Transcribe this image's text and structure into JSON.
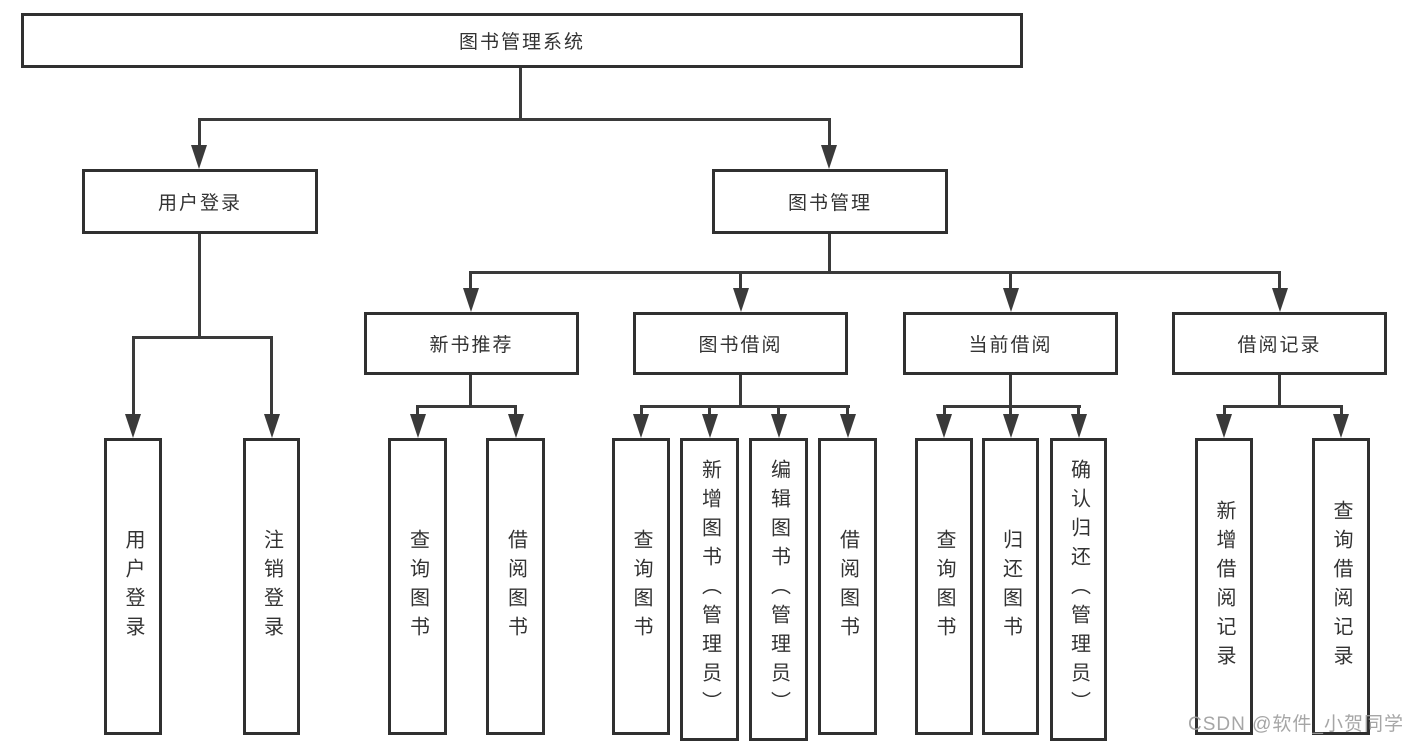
{
  "diagram": {
    "root": {
      "label": "图书管理系统"
    },
    "branches": [
      {
        "label": "用户登录",
        "children": [
          {
            "label": "用户登录"
          },
          {
            "label": "注销登录"
          }
        ]
      },
      {
        "label": "图书管理",
        "children": [
          {
            "label": "新书推荐",
            "children": [
              {
                "label": "查询图书"
              },
              {
                "label": "借阅图书"
              }
            ]
          },
          {
            "label": "图书借阅",
            "children": [
              {
                "label": "查询图书"
              },
              {
                "label": "新增图书（管理员）"
              },
              {
                "label": "编辑图书（管理员）"
              },
              {
                "label": "借阅图书"
              }
            ]
          },
          {
            "label": "当前借阅",
            "children": [
              {
                "label": "查询图书"
              },
              {
                "label": "归还图书"
              },
              {
                "label": "确认归还（管理员）"
              }
            ]
          },
          {
            "label": "借阅记录",
            "children": [
              {
                "label": "新增借阅记录"
              },
              {
                "label": "查询借阅记录"
              }
            ]
          }
        ]
      }
    ]
  },
  "watermark": {
    "text": "CSDN @软件_小贺同学"
  },
  "colors": {
    "line": "#3a3a3a",
    "border": "#303030",
    "text": "#333333",
    "background": "#ffffff",
    "watermark": "#9e9e9e"
  }
}
